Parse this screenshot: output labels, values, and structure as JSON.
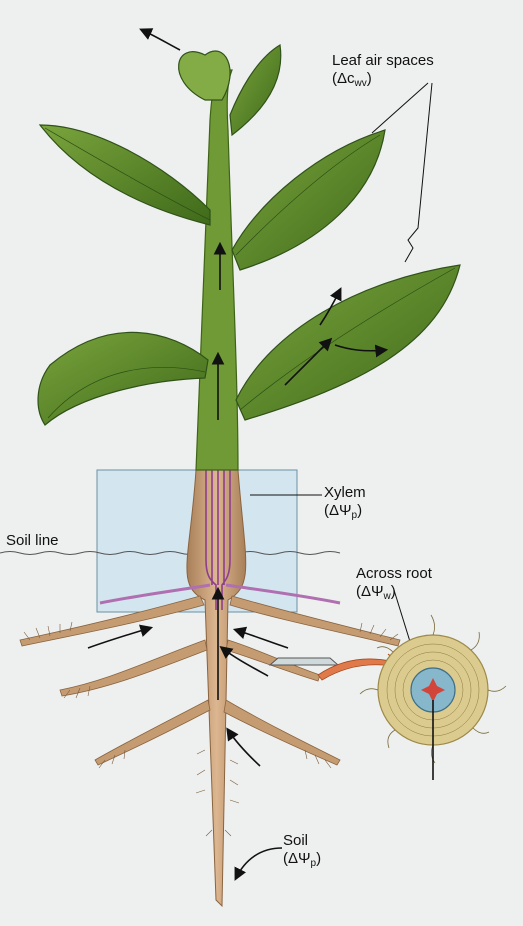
{
  "labels": {
    "leaf_air_spaces": {
      "title": "Leaf air spaces",
      "symbol": "(Δc",
      "subscript": "wv",
      "close": ")"
    },
    "xylem": {
      "title": "Xylem",
      "symbol": "(ΔΨ",
      "subscript": "p",
      "close": ")"
    },
    "soil_line": {
      "title": "Soil line"
    },
    "across_root": {
      "title": "Across root",
      "symbol": "(ΔΨ",
      "subscript": "w",
      "close": ")"
    },
    "soil": {
      "title": "Soil",
      "symbol": "(ΔΨ",
      "subscript": "p",
      "close": ")"
    }
  },
  "colors": {
    "background": "#e9ecec",
    "leaf": "#5e8a2a",
    "leaf_dark": "#3e6418",
    "stem": "#6a9632",
    "root": "#c9a27a",
    "xylem_core": "#b06fb0",
    "box_fill": "#cfe3ee",
    "arrow": "#111111",
    "cross_section_ring": "#d9c889",
    "cross_section_core": "#7fb3c8",
    "cross_section_center": "#d2453a",
    "highlight_arrow": "#e07a4a"
  }
}
